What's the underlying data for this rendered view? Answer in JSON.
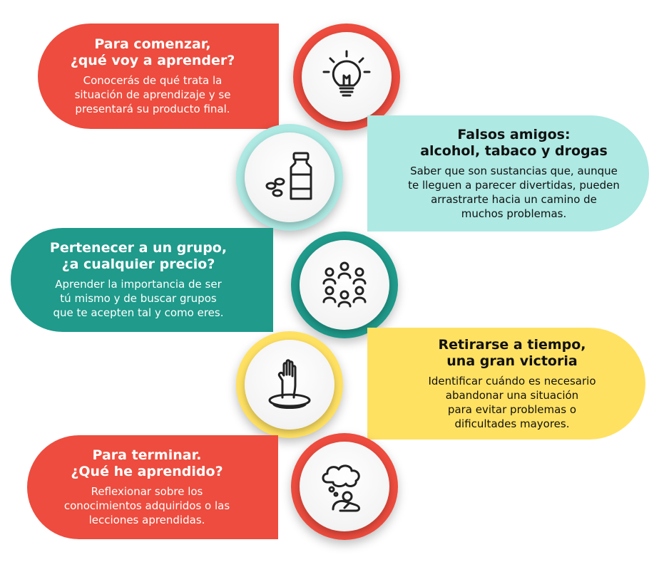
{
  "steps": [
    {
      "title": "Para comenzar,\n¿qué voy a aprender?",
      "text": "Conocerás de qué trata la\nsituación de aprendizaje y se\npresentará su producto final.",
      "icon": "lightbulb-icon",
      "color": "#ed4c3e"
    },
    {
      "title": "Falsos amigos:\nalcohol, tabaco y drogas",
      "text": "Saber que son sustancias que, aunque\nte lleguen a parecer divertidas, pueden\narrastrarte hacia un camino de\nmuchos problemas.",
      "icon": "medicine-bottle-pills-icon",
      "color": "#aee9e3"
    },
    {
      "title": "Pertenecer a un grupo,\n¿a cualquier precio?",
      "text": "Aprender la importancia de ser\ntú mismo y de buscar grupos\nque te acepten tal y como eres.",
      "icon": "group-of-people-icon",
      "color": "#1f9a8b"
    },
    {
      "title": "Retirarse a tiempo,\nuna gran victoria",
      "text": "Identificar cuándo es necesario\nabandonar una situación\npara evitar problemas o\ndificultades mayores.",
      "icon": "sinking-hand-icon",
      "color": "#ffe162"
    },
    {
      "title": "Para terminar.\n¿Qué he aprendido?",
      "text": "Reflexionar sobre los\nconocimientos adquiridos o las\nlecciones aprendidas.",
      "icon": "thinking-person-icon",
      "color": "#ed4c3e"
    }
  ]
}
